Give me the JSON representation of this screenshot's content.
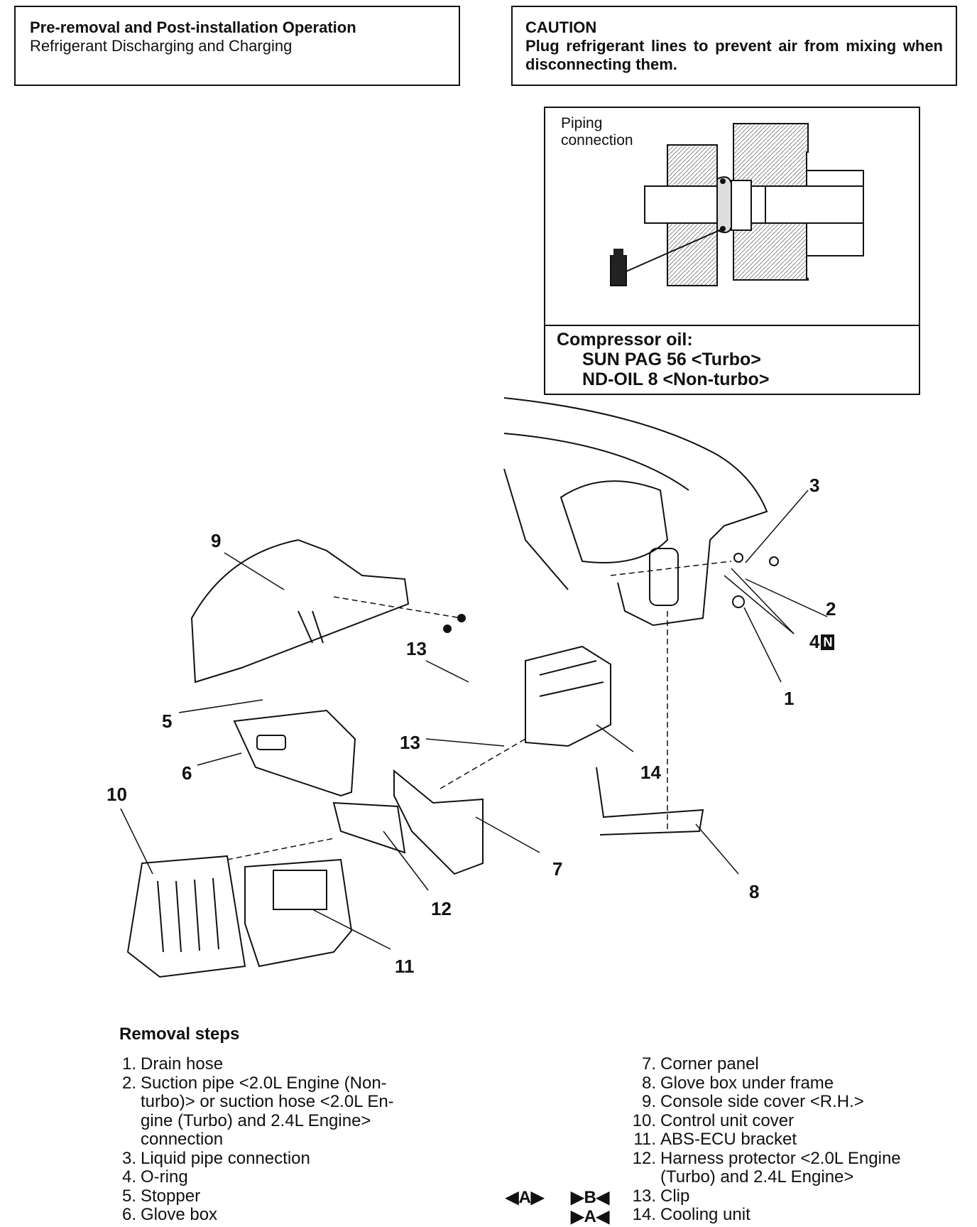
{
  "header": {
    "left_title": "Pre-removal and Post-installation Operation",
    "left_subtitle": "Refrigerant Discharging and Charging",
    "caution_title": "CAUTION",
    "caution_text": "Plug refrigerant lines to prevent air from mixing when disconnecting them."
  },
  "inset": {
    "label": "Piping\nconnection",
    "oil_title": "Compressor oil:",
    "oil_line1": "SUN PAG 56 <Turbo>",
    "oil_line2": "ND-OIL 8 <Non-turbo>"
  },
  "callouts": {
    "c1": "1",
    "c2": "2",
    "c3": "3",
    "c4": "4",
    "c4_badge": "N",
    "c5": "5",
    "c6": "6",
    "c7": "7",
    "c8": "8",
    "c9": "9",
    "c10": "10",
    "c11": "11",
    "c12": "12",
    "c13a": "13",
    "c13b": "13",
    "c14": "14"
  },
  "removal": {
    "title": "Removal steps",
    "left": [
      {
        "num": "1.",
        "text": "Drain hose"
      },
      {
        "num": "2.",
        "text": "Suction pipe <2.0L Engine (Non-\nturbo)> or suction hose <2.0L En-\ngine (Turbo) and 2.4L Engine>\nconnection"
      },
      {
        "num": "3.",
        "text": "Liquid pipe connection"
      },
      {
        "num": "4.",
        "text": "O-ring"
      },
      {
        "num": "5.",
        "text": "Stopper"
      },
      {
        "num": "6.",
        "text": "Glove box"
      }
    ],
    "right": [
      {
        "num": "7.",
        "text": "Corner panel"
      },
      {
        "num": "8.",
        "text": "Glove box under frame"
      },
      {
        "num": "9.",
        "text": "Console side cover <R.H.>"
      },
      {
        "num": "10.",
        "text": "Control unit cover"
      },
      {
        "num": "11.",
        "text": "ABS-ECU bracket"
      },
      {
        "num": "12.",
        "text": "Harness protector <2.0L Engine\n(Turbo) and 2.4L Engine>"
      },
      {
        "num": "13.",
        "text": "Clip"
      },
      {
        "num": "14.",
        "text": "Cooling unit"
      }
    ],
    "mark_13_a": "◀A▶",
    "mark_13_b": "▶B◀",
    "mark_14": "▶A◀"
  }
}
